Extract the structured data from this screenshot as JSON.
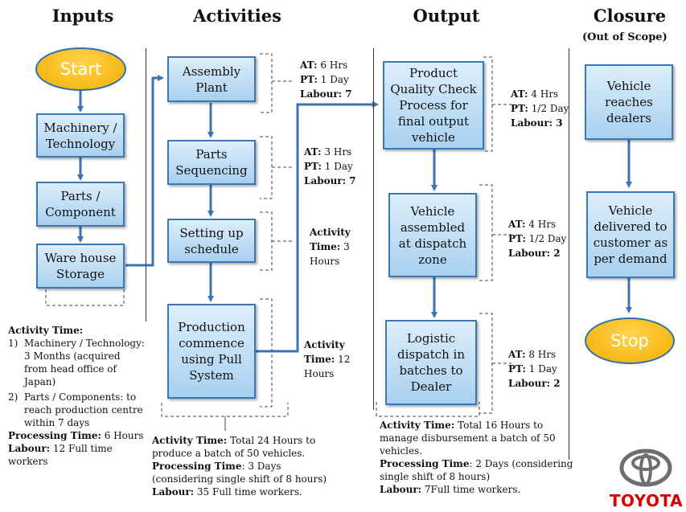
{
  "headers": {
    "inputs": "Inputs",
    "activities": "Activities",
    "output": "Output",
    "closure": "Closure",
    "closure_sub": "(Out of Scope)"
  },
  "inputs": {
    "start": "Start",
    "machinery": "Machinery / Technology",
    "parts": "Parts / Component",
    "warehouse": "Ware house Storage",
    "notes": {
      "heading": "Activity Time:",
      "item1_num": "1)",
      "item1": "Machinery / Technology: 3 Months (acquired from head office of Japan)",
      "item2_num": "2)",
      "item2": "Parts / Components: to reach production centre within 7 days",
      "pt_label": "Processing Time:",
      "pt_value": " 6 Hours",
      "labour_label": "Labour:",
      "labour_value": " 12 Full time workers"
    }
  },
  "activities": {
    "assembly": "Assembly Plant",
    "sequencing": "Parts Sequencing",
    "schedule": "Setting up schedule",
    "production": "Production commence using Pull System",
    "m1": {
      "at_label": "AT:",
      "at": " 6 Hrs",
      "pt_label": "PT:",
      "pt": " 1 Day",
      "lab_label": "Labour: 7"
    },
    "m2": {
      "at_label": "AT:",
      "at": " 3 Hrs",
      "pt_label": "PT:",
      "pt": " 1 Day",
      "lab_label": "Labour: 7"
    },
    "m3": {
      "l1": "Activity",
      "l2_label": "Time:",
      "l2": " 3",
      "l3": "Hours"
    },
    "m4": {
      "l1": "Activity",
      "l2_label": "Time:",
      "l2": " 12",
      "l3": "Hours"
    },
    "notes": {
      "at_label": "Activity Time:",
      "at_value": " Total 24 Hours to produce a batch of 50 vehicles.",
      "pt_label": "Processing Time",
      "pt_value": ": 3 Days (considering single shift of 8 hours)",
      "labour_label": "Labour:",
      "labour_value": " 35 Full time workers."
    }
  },
  "output": {
    "quality": "Product Quality Check Process for final output vehicle",
    "assembled": "Vehicle assembled at dispatch zone",
    "logistic": "Logistic dispatch in batches to Dealer",
    "m1": {
      "at_label": "AT:",
      "at": " 4 Hrs",
      "pt_label": "PT:",
      "pt": " 1/2 Day",
      "lab_label": "Labour: 3"
    },
    "m2": {
      "at_label": "AT:",
      "at": " 4 Hrs",
      "pt_label": "PT:",
      "pt": " 1/2 Day",
      "lab_label": "Labour: 2"
    },
    "m3": {
      "at_label": "AT:",
      "at": " 8 Hrs",
      "pt_label": "PT:",
      "pt": " 1  Day",
      "lab_label": "Labour: 2"
    },
    "notes": {
      "at_label": "Activity Time:",
      "at_value": " Total 16 Hours to manage disbursement a batch of 50 vehicles.",
      "pt_label": "Processing Time",
      "pt_value": ": 2 Days (considering single shift of 8 hours)",
      "labour_label": "Labour:",
      "labour_value": " 7Full time workers."
    }
  },
  "closure": {
    "reaches": "Vehicle reaches dealers",
    "delivered": "Vehicle delivered to customer as per demand",
    "stop": "Stop"
  },
  "logo": {
    "text": "TOYOTA",
    "color": "#d90000"
  },
  "colors": {
    "box_border": "#3b78b7",
    "arrow": "#3a74b4",
    "oval_fill": "#f5b400"
  }
}
